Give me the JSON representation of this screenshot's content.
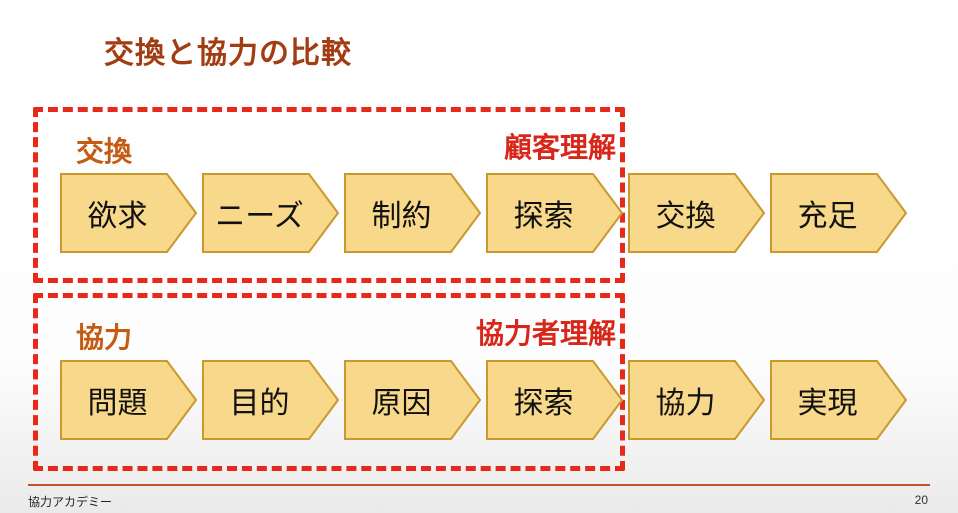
{
  "title": "交換と協力の比較",
  "groups": [
    {
      "label": "交換",
      "annotation": "顧客理解"
    },
    {
      "label": "協力",
      "annotation": "協力者理解"
    }
  ],
  "rows": [
    {
      "steps": [
        "欲求",
        "ニーズ",
        "制約",
        "探索",
        "交換",
        "充足"
      ]
    },
    {
      "steps": [
        "問題",
        "目的",
        "原因",
        "探索",
        "協力",
        "実現"
      ]
    }
  ],
  "footer": {
    "brand": "協力アカデミー",
    "page": "20"
  },
  "colors": {
    "title": "#A23C12",
    "group_label": "#C55A11",
    "annotation": "#D8261A",
    "dashed_border": "#E8281B",
    "chevron_fill": "#F8D88A",
    "chevron_stroke": "#C9992E",
    "footer_line": "#C4532B"
  }
}
